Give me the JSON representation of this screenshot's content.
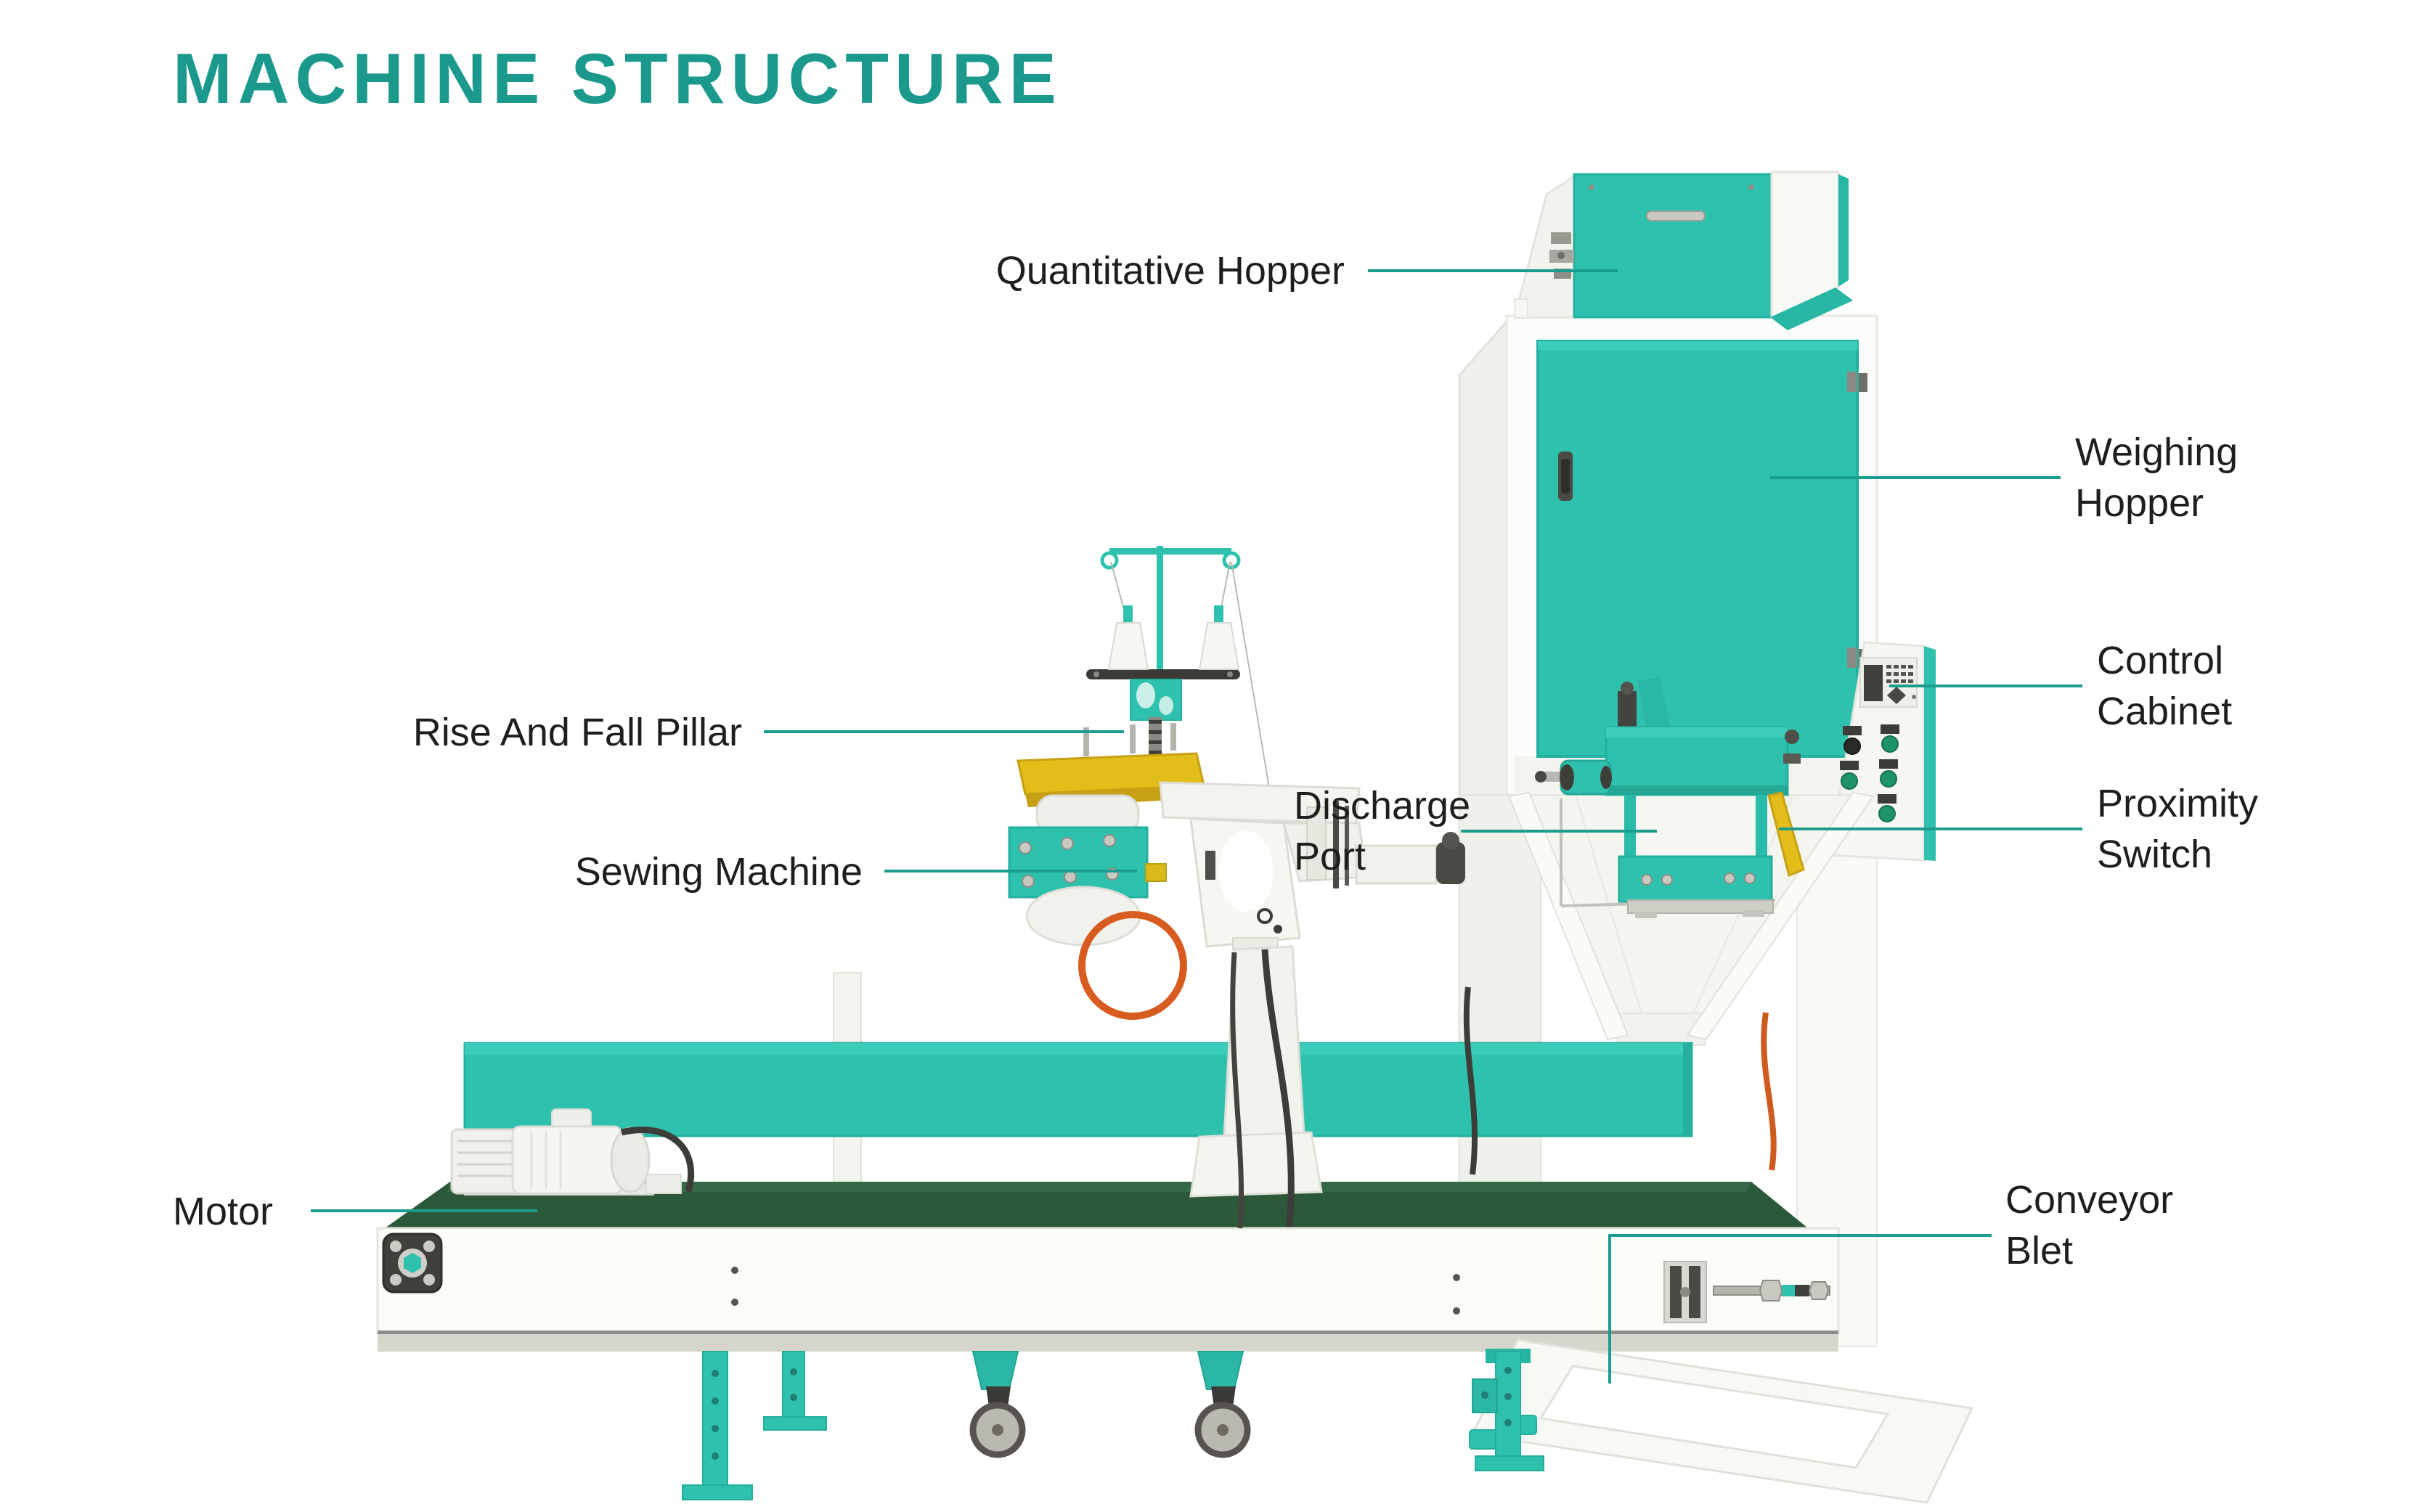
{
  "title": {
    "text": "MACHINE STRUCTURE"
  },
  "colors": {
    "accent_teal": "#2ec2ae",
    "accent_teal_dark": "#23b19f",
    "title_teal": "#1b998c",
    "leader_line": "#1b9c8f",
    "belt_green": "#2b5839",
    "plate_yellow": "#e3bd1a",
    "cable_orange": "#d85c20",
    "button_red": "#c4281c",
    "button_green": "#1f9368",
    "label_text": "#1e1e1e",
    "machine_white": "#fbfbf8"
  },
  "labels": {
    "quantitative_hopper": "Quantitative Hopper",
    "weighing_hopper": "Weighing\nHopper",
    "control_cabinet": "Control\nCabinet",
    "proximity_switch": "Proximity\nSwitch",
    "discharge_port": "Discharge\nPort",
    "rise_and_fall_pillar": "Rise And Fall Pillar",
    "sewing_machine": "Sewing Machine",
    "motor": "Motor",
    "conveyor_belt": "Conveyor\nBlet"
  }
}
